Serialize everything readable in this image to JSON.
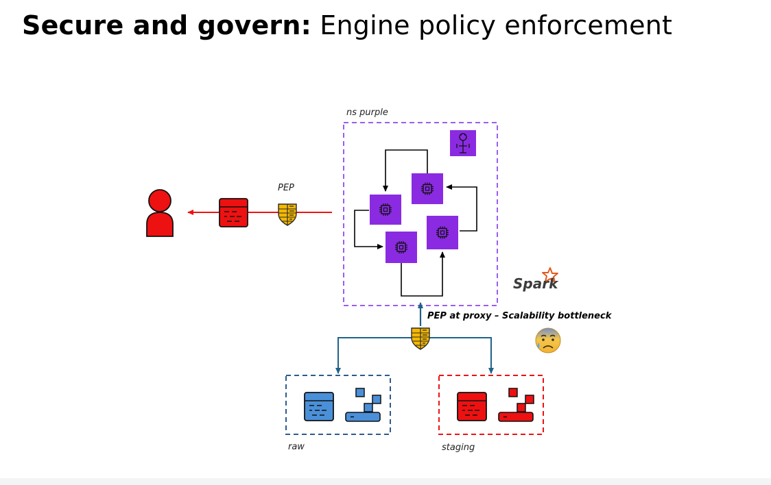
{
  "title": {
    "bold": "Secure and govern:",
    "rest": " Engine policy enforcement"
  },
  "diagram": {
    "namespace_label": "ns purple",
    "pep_label": "PEP",
    "proxy_callout": "PEP at proxy – Scalability bottleneck",
    "raw_label": "raw",
    "staging_label": "staging",
    "spark_logo_text": "Spark"
  },
  "colors": {
    "red": "#ee1111",
    "purple": "#8a2be2",
    "purple_dash": "#9b5cf0",
    "blue_icon": "#4a90d9",
    "blue_dash": "#2c5a8c",
    "teal_arrow": "#1f6289",
    "shield_gold": "#f5b800",
    "spark_orange": "#e25a1c"
  },
  "icons": [
    "user-icon",
    "table-icon",
    "shield-icon",
    "cpu-chip-icon",
    "dependency-robot-icon",
    "storage-icon",
    "spark-logo-icon",
    "anxious-face-emoji"
  ]
}
